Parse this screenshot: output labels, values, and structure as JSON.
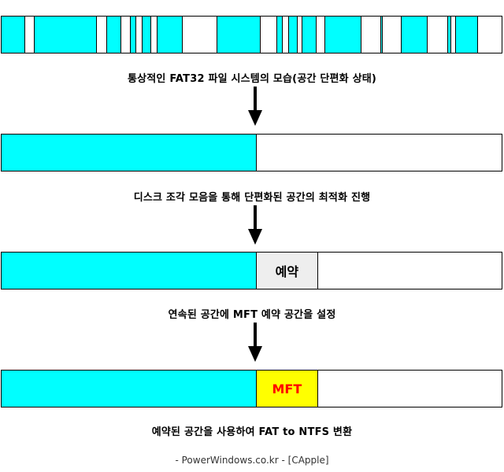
{
  "colors": {
    "used": "#00ffff",
    "free": "#ffffff",
    "reserved": "#eeeeee",
    "mft": "#ffff00",
    "mft_text": "#ff0000"
  },
  "fragmented_segments": [
    {
      "start": 0.0,
      "end": 0.047,
      "color": "used"
    },
    {
      "start": 0.065,
      "end": 0.19,
      "color": "used"
    },
    {
      "start": 0.21,
      "end": 0.24,
      "color": "used"
    },
    {
      "start": 0.257,
      "end": 0.27,
      "color": "used"
    },
    {
      "start": 0.28,
      "end": 0.3,
      "color": "used"
    },
    {
      "start": 0.31,
      "end": 0.362,
      "color": "used"
    },
    {
      "start": 0.43,
      "end": 0.518,
      "color": "used"
    },
    {
      "start": 0.55,
      "end": 0.562,
      "color": "used"
    },
    {
      "start": 0.573,
      "end": 0.592,
      "color": "used"
    },
    {
      "start": 0.6,
      "end": 0.63,
      "color": "used"
    },
    {
      "start": 0.645,
      "end": 0.72,
      "color": "used"
    },
    {
      "start": 0.758,
      "end": 0.762,
      "color": "used"
    },
    {
      "start": 0.798,
      "end": 0.852,
      "color": "used"
    },
    {
      "start": 0.892,
      "end": 0.9,
      "color": "used"
    },
    {
      "start": 0.907,
      "end": 0.953,
      "color": "used"
    }
  ],
  "stages": {
    "defragmented": {
      "used_end": 0.51
    },
    "reserved": {
      "used_end": 0.51,
      "reserved_end": 0.633,
      "label": "예약"
    },
    "mft": {
      "used_end": 0.51,
      "mft_end": 0.633,
      "label": "MFT"
    }
  },
  "captions": {
    "fat32": "통상적인 FAT32 파일 시스템의 모습(공간 단편화 상태)",
    "defrag": "디스크 조각 모음을 통해 단편화된 공간의 최적화 진행",
    "reserve": "연속된 공간에 MFT 예약 공간을 설정",
    "convert": "예약된 공간을 사용하여 FAT to NTFS 변환"
  },
  "footer": "- PowerWindows.co.kr - [CApple]"
}
